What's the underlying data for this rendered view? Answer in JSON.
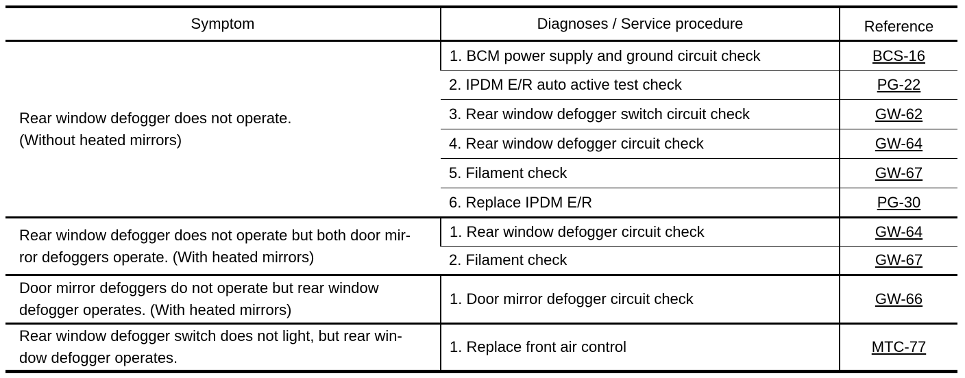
{
  "table": {
    "headers": {
      "symptom": "Symptom",
      "procedure": "Diagnoses / Service procedure",
      "reference": "Reference"
    },
    "groups": [
      {
        "symptom": "Rear window defogger does not operate.\n(Without heated mirrors)",
        "rows": [
          {
            "procedure": "1. BCM power supply and ground circuit check",
            "reference": "BCS-16"
          },
          {
            "procedure": "2. IPDM E/R auto active test check",
            "reference": "PG-22"
          },
          {
            "procedure": "3. Rear window defogger switch circuit check",
            "reference": "GW-62"
          },
          {
            "procedure": "4. Rear window defogger circuit check",
            "reference": "GW-64"
          },
          {
            "procedure": "5. Filament check",
            "reference": "GW-67"
          },
          {
            "procedure": "6. Replace IPDM E/R",
            "reference": "PG-30"
          }
        ]
      },
      {
        "symptom": "Rear window defogger does not operate but both door mir-\nror defoggers operate. (With heated mirrors)",
        "rows": [
          {
            "procedure": "1. Rear window defogger circuit check",
            "reference": "GW-64"
          },
          {
            "procedure": "2. Filament check",
            "reference": "GW-67"
          }
        ]
      },
      {
        "symptom": "Door mirror defoggers do not operate but rear window\ndefogger operates. (With heated mirrors)",
        "rows": [
          {
            "procedure": "1. Door mirror defogger circuit check",
            "reference": "GW-66"
          }
        ]
      },
      {
        "symptom": "Rear window defogger switch does not light, but rear win-\ndow defogger operates.",
        "rows": [
          {
            "procedure": "1. Replace front air control",
            "reference": "MTC-77"
          }
        ]
      }
    ],
    "link_color": "#000000"
  }
}
